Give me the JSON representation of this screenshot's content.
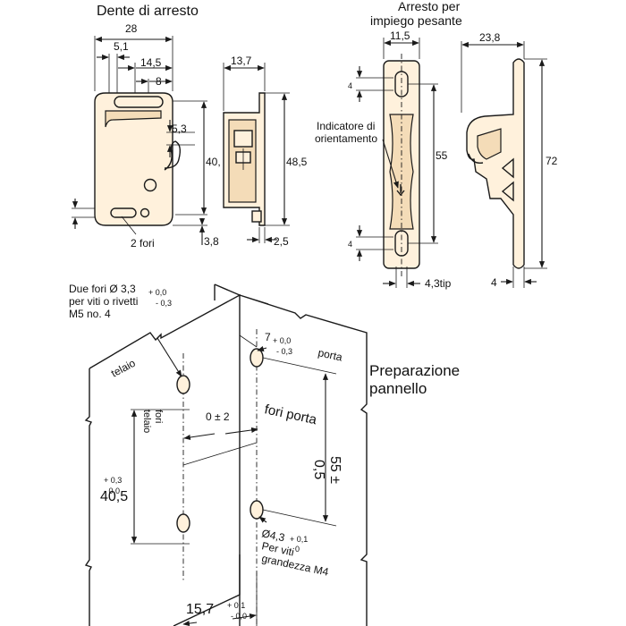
{
  "top_left": {
    "title": "Dente di arresto",
    "dims": {
      "width_28": "28",
      "hole_offset_5_1": "5,1",
      "slot_14_5": "14,5",
      "slot_8": "8",
      "side_13_7": "13,7",
      "height_40": "40,",
      "height_48_5": "48,5",
      "offset_5_3": "5,3",
      "offset_3_8": "3,8",
      "offset_2_5": "2,5"
    },
    "holes_label": "2 fori"
  },
  "top_right": {
    "title_line1": "Arresto per",
    "title_line2": "impiego pesante",
    "dims": {
      "width_11_5": "11,5",
      "width_23_8": "23,8",
      "slot_4_top": "4",
      "slot_4_bottom": "4",
      "pitch_55": "55",
      "height_72": "72",
      "tip_4_3": "4,3tip",
      "depth_4": "4"
    },
    "indicator_line1": "Indicatore di",
    "indicator_line2": "orientamento"
  },
  "bottom": {
    "frame_holes_line1": "Due fori Ø 3,3",
    "frame_holes_tol_plus": "+ 0,0",
    "frame_holes_line2": "per viti o rivetti",
    "frame_holes_tol_minus": "- 0,3",
    "frame_holes_line3": "M5 no. 4",
    "frame_label": "telaio",
    "door_label": "porta",
    "panel_prep_line1": "Preparazione",
    "panel_prep_line2": "pannello",
    "frame_holes_vertical_line1": "fori",
    "frame_holes_vertical_line2": "telaio",
    "offset": "0 ± 2",
    "door_holes": "fori porta",
    "dim_7": "7",
    "dim_7_plus": "+ 0,0",
    "dim_7_minus": "- 0,3",
    "dim_55_line1": "55 ±",
    "dim_55_line2": "0,5",
    "dim_40_5": "40,5",
    "dim_40_5_plus": "+ 0,3",
    "dim_40_5_minus": "- 0,0",
    "dim_4_3": "Ø4,3",
    "dim_4_3_plus": "+ 0,1",
    "dim_4_3_minus": "0",
    "screw_line1": "Per viti",
    "screw_line2": "grandezza M4",
    "dim_15_7": "15,7",
    "dim_15_7_plus": "+ 0,1",
    "dim_15_7_minus": "- 0,0"
  }
}
